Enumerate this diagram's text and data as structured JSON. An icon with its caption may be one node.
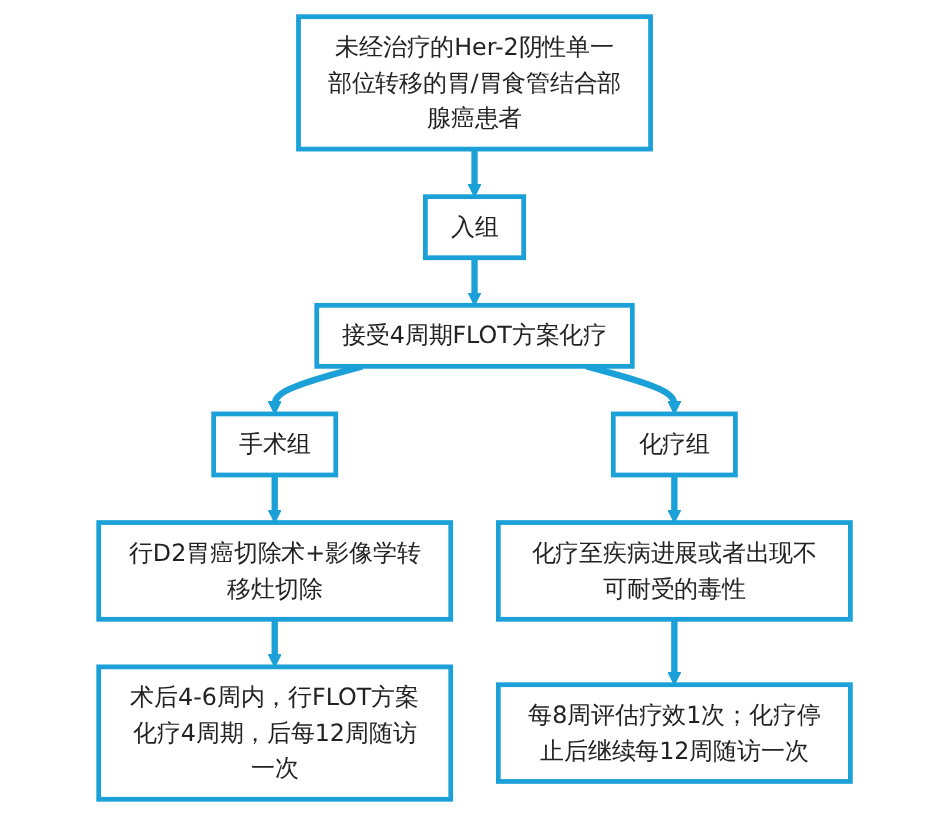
{
  "diagram": {
    "nodes": [
      {
        "text": [
          "未经治疗的Her-2阴性单一部位转移的胃/胃食管结合部腺癌患者"
        ]
      },
      {
        "text": [
          "入组"
        ]
      },
      {
        "text": [
          "接受4周期FLOT方案化疗"
        ]
      },
      {
        "text": [
          "手术组"
        ]
      },
      {
        "text": [
          "化疗组"
        ]
      },
      {
        "text": [
          "行D2胃癌切除术+影像学转移灶切除"
        ]
      },
      {
        "text": [
          "化疗至疾病进展或者出现不可耐受的毒性"
        ]
      },
      {
        "text": [
          "术后4-6周内，行FLOT方案化疗4周期，后每12周随访一次"
        ]
      },
      {
        "text": [
          "每8周评估疗效1次；化疗停止后继续每12周随访一次"
        ]
      }
    ],
    "edges": [
      {
        "from": 0,
        "to": 1,
        "arrow": "to"
      },
      {
        "from": 1,
        "to": 2,
        "arrow": "to"
      },
      {
        "from": 2,
        "to": 3,
        "arrow": "to"
      },
      {
        "from": 2,
        "to": 4,
        "arrow": "to"
      },
      {
        "from": 3,
        "to": 5,
        "arrow": "to"
      },
      {
        "from": 4,
        "to": 6,
        "arrow": "to"
      },
      {
        "from": 5,
        "to": 7,
        "arrow": "to"
      },
      {
        "from": 6,
        "to": 8,
        "arrow": "to"
      }
    ]
  }
}
